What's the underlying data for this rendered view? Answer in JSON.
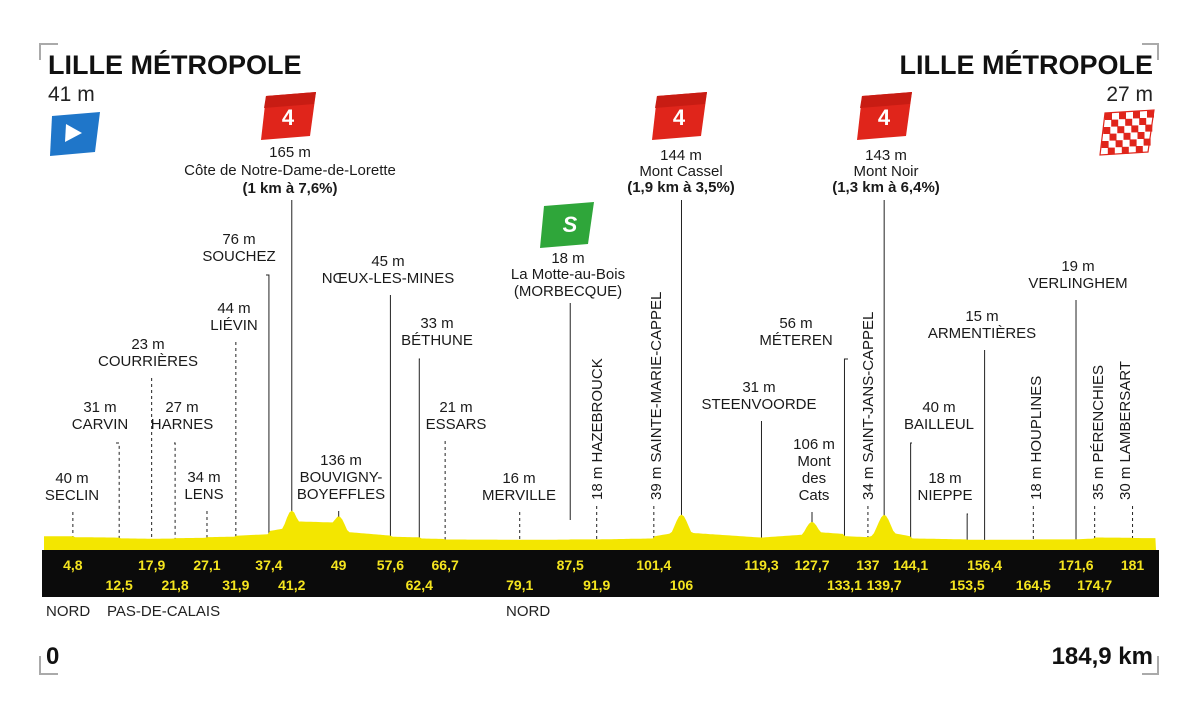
{
  "start": {
    "name": "LILLE MÉTROPOLE",
    "altitude": "41 m"
  },
  "finish": {
    "name": "LILLE MÉTROPOLE",
    "altitude": "27 m"
  },
  "distance_start": "0",
  "distance_total": "184,9 km",
  "regions": [
    "NORD",
    "PAS-DE-CALAIS",
    "NORD"
  ],
  "climbs": [
    {
      "category": "4",
      "altitude": "165 m",
      "name": "Côte de Notre-Dame-de-Lorette",
      "detail": "(1 km à 7,6%)",
      "km": 41.2
    },
    {
      "category": "4",
      "altitude": "144 m",
      "name": "Mont Cassel",
      "detail": "(1,9 km à 3,5%)",
      "km": 106
    },
    {
      "category": "4",
      "altitude": "143 m",
      "name": "Mont Noir",
      "detail": "(1,3 km à 6,4%)",
      "km": 139.7
    }
  ],
  "sprint": {
    "label": "S",
    "altitude": "18 m",
    "name": "La Motte-au-Bois",
    "detail": "(MORBECQUE)",
    "km": 87.5
  },
  "chart_data": {
    "type": "area",
    "x_unit": "km",
    "y_unit": "m",
    "xlim": [
      0,
      184.9
    ],
    "profile": [
      [
        0,
        41
      ],
      [
        4.8,
        40
      ],
      [
        12.5,
        31
      ],
      [
        17.9,
        23
      ],
      [
        21.8,
        27
      ],
      [
        27.1,
        34
      ],
      [
        31.9,
        44
      ],
      [
        37.4,
        76
      ],
      [
        41.2,
        165
      ],
      [
        49,
        136
      ],
      [
        57.6,
        45
      ],
      [
        62.4,
        33
      ],
      [
        66.7,
        21
      ],
      [
        79.1,
        16
      ],
      [
        87.5,
        18
      ],
      [
        91.9,
        18
      ],
      [
        101.4,
        39
      ],
      [
        106,
        144
      ],
      [
        119.3,
        31
      ],
      [
        127.7,
        106
      ],
      [
        133.1,
        56
      ],
      [
        137,
        34
      ],
      [
        139.7,
        143
      ],
      [
        144.1,
        40
      ],
      [
        153.5,
        18
      ],
      [
        156.4,
        15
      ],
      [
        164.5,
        18
      ],
      [
        171.6,
        19
      ],
      [
        174.7,
        35
      ],
      [
        181,
        30
      ],
      [
        184.9,
        27
      ]
    ],
    "points": [
      {
        "km_label": "4,8",
        "km": 4.8,
        "row": 1,
        "label": [
          "40 m",
          "SECLIN"
        ],
        "vertical": false
      },
      {
        "km_label": "12,5",
        "km": 12.5,
        "row": 2,
        "label": [
          "31 m",
          "CARVIN"
        ],
        "vertical": false
      },
      {
        "km_label": "17,9",
        "km": 17.9,
        "row": 1,
        "label": [
          "23 m",
          "COURRIÈRES"
        ],
        "vertical": false
      },
      {
        "km_label": "21,8",
        "km": 21.8,
        "row": 2,
        "label": [
          "27 m",
          "HARNES"
        ],
        "vertical": false
      },
      {
        "km_label": "27,1",
        "km": 27.1,
        "row": 1,
        "label": [
          "34 m",
          "LENS"
        ],
        "vertical": false
      },
      {
        "km_label": "31,9",
        "km": 31.9,
        "row": 2,
        "label": [
          "44 m",
          "LIÉVIN"
        ],
        "vertical": false
      },
      {
        "km_label": "37,4",
        "km": 37.4,
        "row": 1,
        "label": [
          "76 m",
          "SOUCHEZ"
        ],
        "vertical": false
      },
      {
        "km_label": "41,2",
        "km": 41.2,
        "row": 2,
        "label": [],
        "vertical": false
      },
      {
        "km_label": "49",
        "km": 49,
        "row": 1,
        "label": [
          "136 m",
          "BOUVIGNY-",
          "BOYEFFLES"
        ],
        "vertical": false
      },
      {
        "km_label": "57,6",
        "km": 57.6,
        "row": 1,
        "label": [
          "45 m",
          "NŒUX-LES-MINES"
        ],
        "vertical": false
      },
      {
        "km_label": "62,4",
        "km": 62.4,
        "row": 2,
        "label": [
          "33 m",
          "BÉTHUNE"
        ],
        "vertical": false
      },
      {
        "km_label": "66,7",
        "km": 66.7,
        "row": 1,
        "label": [
          "21 m",
          "ESSARS"
        ],
        "vertical": false
      },
      {
        "km_label": "79,1",
        "km": 79.1,
        "row": 2,
        "label": [
          "16 m",
          "MERVILLE"
        ],
        "vertical": false
      },
      {
        "km_label": "87,5",
        "km": 87.5,
        "row": 1,
        "label": [],
        "vertical": false
      },
      {
        "km_label": "91,9",
        "km": 91.9,
        "row": 2,
        "label": [
          "18 m HAZEBROUCK"
        ],
        "vertical": true
      },
      {
        "km_label": "101,4",
        "km": 101.4,
        "row": 1,
        "label": [
          "39 m SAINTE-MARIE-CAPPEL"
        ],
        "vertical": true
      },
      {
        "km_label": "106",
        "km": 106,
        "row": 2,
        "label": [],
        "vertical": false
      },
      {
        "km_label": "119,3",
        "km": 119.3,
        "row": 1,
        "label": [
          "31 m",
          "STEENVOORDE"
        ],
        "vertical": false
      },
      {
        "km_label": "127,7",
        "km": 127.7,
        "row": 1,
        "label": [
          "106 m",
          "Mont",
          "des",
          "Cats"
        ],
        "vertical": false
      },
      {
        "km_label": "133,1",
        "km": 133.1,
        "row": 2,
        "label": [
          "56 m",
          "MÉTEREN"
        ],
        "vertical": false
      },
      {
        "km_label": "137",
        "km": 137,
        "row": 1,
        "label": [
          "34 m SAINT-JANS-CAPPEL"
        ],
        "vertical": true
      },
      {
        "km_label": "139,7",
        "km": 139.7,
        "row": 2,
        "label": [],
        "vertical": false
      },
      {
        "km_label": "144,1",
        "km": 144.1,
        "row": 1,
        "label": [
          "40 m",
          "BAILLEUL"
        ],
        "vertical": false
      },
      {
        "km_label": "153,5",
        "km": 153.5,
        "row": 2,
        "label": [
          "18 m",
          "NIEPPE"
        ],
        "vertical": false
      },
      {
        "km_label": "156,4",
        "km": 156.4,
        "row": 1,
        "label": [
          "15 m",
          "ARMENTIÈRES"
        ],
        "vertical": false
      },
      {
        "km_label": "164,5",
        "km": 164.5,
        "row": 2,
        "label": [
          "18 m HOUPLINES"
        ],
        "vertical": true
      },
      {
        "km_label": "171,6",
        "km": 171.6,
        "row": 1,
        "label": [
          "19 m",
          "VERLINGHEM"
        ],
        "vertical": false
      },
      {
        "km_label": "174,7",
        "km": 174.7,
        "row": 2,
        "label": [
          "35 m PÉRENCHIES"
        ],
        "vertical": true
      },
      {
        "km_label": "181",
        "km": 181,
        "row": 1,
        "label": [
          "30 m LAMBERSART"
        ],
        "vertical": true
      }
    ]
  }
}
